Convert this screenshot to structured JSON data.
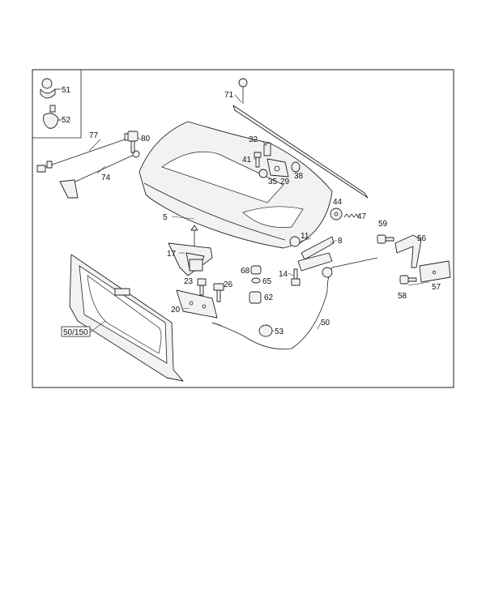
{
  "diagram": {
    "callouts": {
      "c71": "71",
      "c51": "51",
      "c52": "52",
      "c77": "77",
      "c80": "80",
      "c74": "74",
      "c32": "32",
      "c41": "41",
      "c35": "35",
      "c29": "29",
      "c38": "38",
      "c5": "5",
      "c44": "44",
      "c47": "47",
      "c59": "59",
      "c56": "56",
      "c11": "11",
      "c8": "8",
      "c17": "17",
      "c68": "68",
      "c14": "14",
      "c65": "65",
      "c23": "23",
      "c26": "26",
      "c62": "62",
      "c57": "57",
      "c58": "58",
      "c20": "20",
      "c50": "50",
      "c53": "53",
      "c50_150": "50/150"
    }
  }
}
